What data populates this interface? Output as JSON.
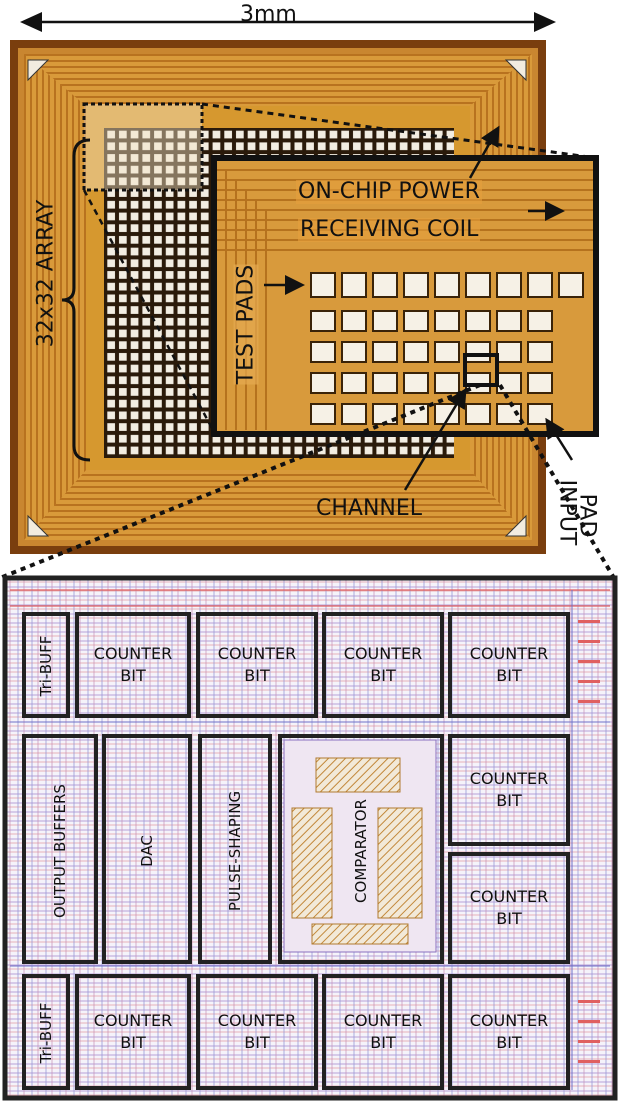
{
  "dimension": {
    "label": "3mm"
  },
  "array_label": "32x32 ARRAY",
  "coil_label": {
    "line1": "ON-CHIP POWER",
    "line2": "RECEIVING COIL"
  },
  "test_pads_label": "TEST PADS",
  "channel_label": "CHANNEL",
  "input_pad_label": {
    "line1": "INPUT",
    "line2": "PAD"
  },
  "layout_blocks": {
    "tri_buff_top": "Tri-BUFF",
    "tri_buff_bottom": "Tri-BUFF",
    "counter_bit": "COUNTER\nBIT",
    "output_buffers": "OUTPUT BUFFERS",
    "dac": "DAC",
    "pulse_shaping": "PULSE-SHAPING",
    "comparator": "COMPARATOR"
  },
  "colors": {
    "die_gold": "#d89a3c",
    "die_frame": "#8a4a12",
    "pad_white": "#f4f0e6",
    "layout_bg": "#f7f5fb"
  }
}
